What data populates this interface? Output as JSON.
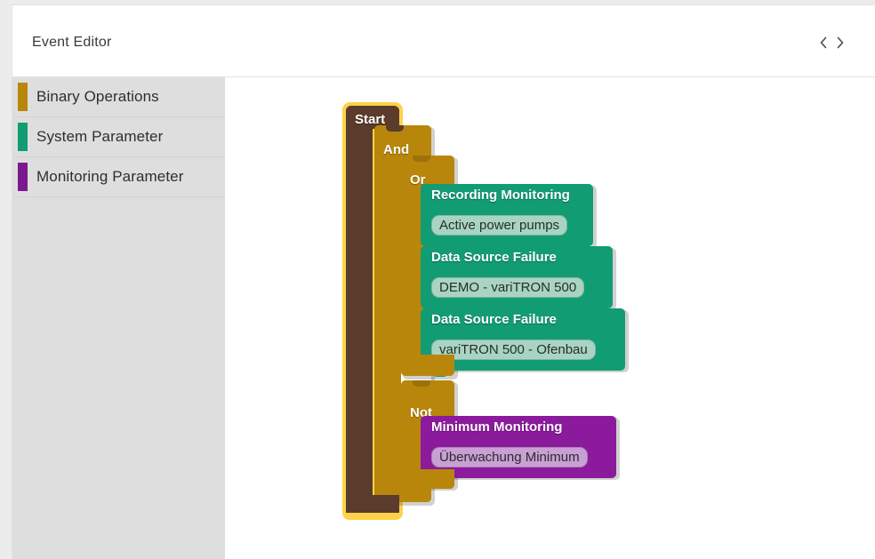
{
  "header": {
    "title": "Event Editor",
    "nav": {
      "prev_icon": "chevron-left-icon",
      "next_icon": "chevron-right-icon"
    }
  },
  "sidebar": {
    "items": [
      {
        "label": "Binary Operations",
        "color": "#b8860b",
        "icon": "category-swatch"
      },
      {
        "label": "System Parameter",
        "color": "#119c74",
        "icon": "category-swatch"
      },
      {
        "label": "Monitoring Parameter",
        "color": "#7b1a8e",
        "icon": "category-swatch"
      }
    ]
  },
  "colors": {
    "start_block": "#5b3b2b",
    "start_outline": "#ffd24a",
    "logic_block": "#b8860b",
    "logic_block_dark": "#6b4f08",
    "system_block": "#119c74",
    "system_field": "#a8d5c3",
    "monitoring_block": "#8b1a9c",
    "monitoring_field": "#c9a0d4",
    "canvas_bg": "#ffffff",
    "sidebar_bg": "#dedede"
  },
  "workspace": {
    "start": {
      "label": "Start",
      "selected": true
    },
    "and": {
      "label": "And"
    },
    "or": {
      "label": "Or"
    },
    "not": {
      "label": "Not"
    },
    "or_children": [
      {
        "title": "Recording Monitoring",
        "field": "Active power pumps"
      },
      {
        "title": "Data Source Failure",
        "field": "DEMO - variTRON 500"
      },
      {
        "title": "Data Source Failure",
        "field": "variTRON 500 - Ofenbau"
      }
    ],
    "not_child": {
      "title": "Minimum Monitoring",
      "field": "Überwachung Minimum"
    }
  }
}
